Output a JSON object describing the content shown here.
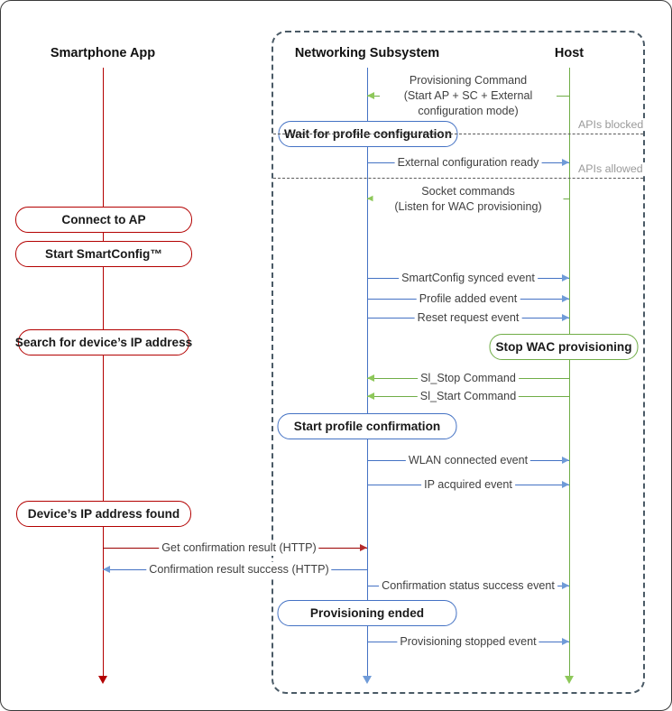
{
  "diagram": {
    "title": "SmartConfig / WAC provisioning sequence",
    "colors": {
      "smartphone": "#b30000",
      "networking_subsystem": "#4472c4",
      "host": "#70ad47",
      "frame": "#4a5a66",
      "separator": "#5a5a5a",
      "separator_label": "#9a9a9a"
    },
    "participants": [
      {
        "id": "smartphone",
        "label": "Smartphone App",
        "color": "#b30000"
      },
      {
        "id": "networking",
        "label": "Networking Subsystem",
        "color": "#4472c4"
      },
      {
        "id": "host",
        "label": "Host",
        "color": "#70ad47"
      }
    ],
    "frame_label": "",
    "separators": [
      {
        "id": "apis-blocked",
        "label": "APIs blocked"
      },
      {
        "id": "apis-allowed",
        "label": "APIs allowed"
      }
    ],
    "messages": [
      {
        "id": "provisioning-command",
        "label": "Provisioning Command\n(Start AP + SC + External\nconfiguration mode)",
        "from": "host",
        "to": "networking",
        "color": "#70ad47"
      },
      {
        "id": "external-configuration-ready",
        "label": "External configuration ready",
        "from": "networking",
        "to": "host",
        "color": "#4472c4"
      },
      {
        "id": "socket-commands",
        "label": "Socket commands\n(Listen for WAC provisioning)",
        "from": "host",
        "to": "networking",
        "color": "#70ad47"
      },
      {
        "id": "smartconfig-synced-event",
        "label": "SmartConfig synced event",
        "from": "networking",
        "to": "host",
        "color": "#4472c4"
      },
      {
        "id": "profile-added-event",
        "label": "Profile added event",
        "from": "networking",
        "to": "host",
        "color": "#4472c4"
      },
      {
        "id": "reset-request-event",
        "label": "Reset request event",
        "from": "networking",
        "to": "host",
        "color": "#4472c4"
      },
      {
        "id": "sl-stop-command",
        "label": "Sl_Stop Command",
        "from": "host",
        "to": "networking",
        "color": "#70ad47"
      },
      {
        "id": "sl-start-command",
        "label": "Sl_Start Command",
        "from": "host",
        "to": "networking",
        "color": "#70ad47"
      },
      {
        "id": "wlan-connected-event",
        "label": "WLAN connected event",
        "from": "networking",
        "to": "host",
        "color": "#4472c4"
      },
      {
        "id": "ip-acquired-event",
        "label": "IP acquired event",
        "from": "networking",
        "to": "host",
        "color": "#4472c4"
      },
      {
        "id": "get-confirmation-result",
        "label": "Get confirmation result (HTTP)",
        "from": "smartphone",
        "to": "networking",
        "color": "#9b0000"
      },
      {
        "id": "confirmation-result-success",
        "label": "Confirmation result success (HTTP)",
        "from": "networking",
        "to": "smartphone",
        "color": "#4472c4"
      },
      {
        "id": "confirmation-status-success-event",
        "label": "Confirmation status success event",
        "from": "networking",
        "to": "host",
        "color": "#4472c4"
      },
      {
        "id": "provisioning-stopped-event",
        "label": "Provisioning stopped event",
        "from": "networking",
        "to": "host",
        "color": "#4472c4"
      }
    ],
    "actions": [
      {
        "id": "wait-for-profile-configuration",
        "label": "Wait for profile configuration",
        "lane": "networking",
        "color": "#4472c4"
      },
      {
        "id": "connect-to-ap",
        "label": "Connect to AP",
        "lane": "smartphone",
        "color": "#b30000"
      },
      {
        "id": "start-smartconfig",
        "label": "Start SmartConfig™",
        "lane": "smartphone",
        "color": "#b30000"
      },
      {
        "id": "search-for-device-ip",
        "label": "Search for device’s IP address",
        "lane": "smartphone",
        "color": "#b30000"
      },
      {
        "id": "stop-wac-provisioning",
        "label": "Stop WAC provisioning",
        "lane": "host",
        "color": "#70ad47"
      },
      {
        "id": "start-profile-confirmation",
        "label": "Start profile confirmation",
        "lane": "networking",
        "color": "#4472c4"
      },
      {
        "id": "device-ip-address-found",
        "label": "Device’s IP address found",
        "lane": "smartphone",
        "color": "#b30000"
      },
      {
        "id": "provisioning-ended",
        "label": "Provisioning ended",
        "lane": "networking",
        "color": "#4472c4"
      }
    ]
  }
}
